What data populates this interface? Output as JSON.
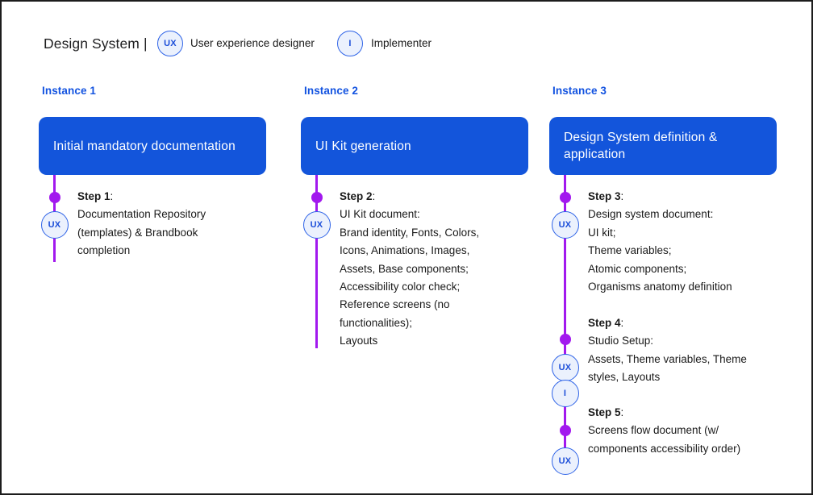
{
  "header": {
    "title": "Design System |",
    "legend": [
      {
        "badge": "UX",
        "label": "User experience designer"
      },
      {
        "badge": "I",
        "label": "Implementer"
      }
    ]
  },
  "step_suffix": ":",
  "colors": {
    "box_blue": "#1355DB",
    "instance_blue": "#1353E0",
    "badge_border": "#2E63E7",
    "badge_fill": "#EBF1FD",
    "badge_text": "#1D4FD9",
    "purple": "#A219EE"
  },
  "columns": [
    {
      "instance": "Instance 1",
      "box_title": "Initial mandatory documentation",
      "steps": [
        {
          "label": "Step 1",
          "lines": [
            "Documentation Repository",
            "(templates) & Brandbook",
            "completion"
          ],
          "badges": [
            "UX"
          ]
        }
      ]
    },
    {
      "instance": "Instance 2",
      "box_title": "UI Kit generation",
      "steps": [
        {
          "label": "Step 2",
          "lines": [
            "UI Kit document:",
            "Brand identity, Fonts, Colors,",
            "Icons, Animations, Images,",
            "Assets, Base components;",
            "Accessibility color check;",
            "Reference screens (no",
            "functionalities);",
            "Layouts"
          ],
          "badges": [
            "UX"
          ]
        }
      ]
    },
    {
      "instance": "Instance 3",
      "box_title": "Design System definition & application",
      "steps": [
        {
          "label": "Step 3",
          "lines": [
            "Design system document:",
            "UI kit;",
            "Theme variables;",
            "Atomic components;",
            "Organisms anatomy definition"
          ],
          "badges": [
            "UX"
          ]
        },
        {
          "label": "Step 4",
          "lines": [
            "Studio Setup:",
            "Assets, Theme variables, Theme",
            "styles, Layouts"
          ],
          "badges": [
            "UX",
            "I"
          ]
        },
        {
          "label": "Step 5",
          "lines": [
            "Screens flow document (w/",
            "components accessibility order)"
          ],
          "badges": [
            "UX"
          ]
        }
      ]
    }
  ]
}
